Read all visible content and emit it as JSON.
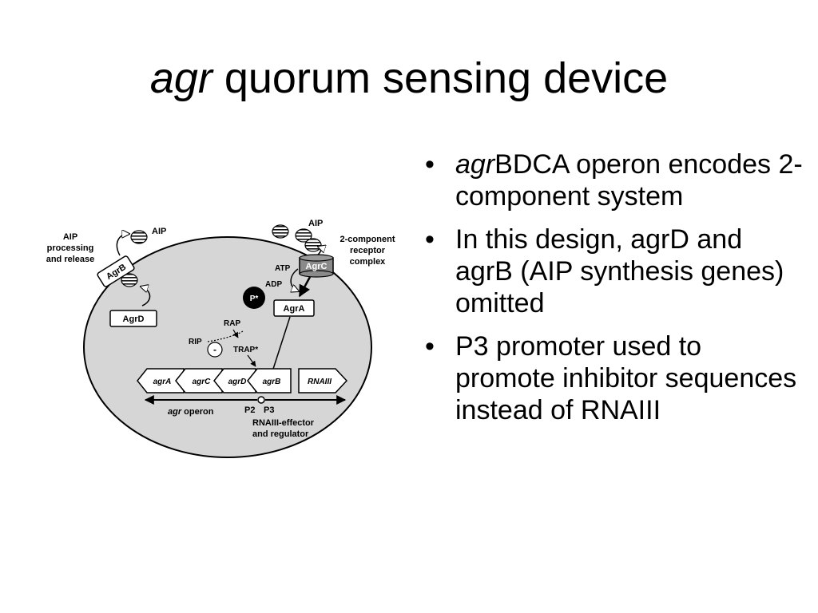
{
  "slide": {
    "title_italic": "agr",
    "title_rest": " quorum sensing device",
    "bullets": [
      {
        "italic": "agr",
        "text": "BDCA operon encodes 2-component system"
      },
      {
        "italic": "",
        "text": "In this design, agrD and agrB (AIP synthesis genes) omitted"
      },
      {
        "italic": "",
        "text": "P3 promoter used to promote inhibitor sequences instead of RNAIII"
      }
    ],
    "bullet_glyph": "•"
  },
  "diagram": {
    "labels": {
      "aip_processing_line1": "AIP",
      "aip_processing_line2": "processing",
      "aip_processing_line3": "and release",
      "aip_left": "AIP",
      "aip_right": "AIP",
      "two_component_line1": "2-component",
      "two_component_line2": "receptor",
      "two_component_line3": "complex",
      "atp": "ATP",
      "adp": "ADP",
      "p_star": "P*",
      "agrc_box": "AgrC",
      "agra_box": "AgrA",
      "agrb_box": "AgrB",
      "agrd_box": "AgrD",
      "rap": "RAP",
      "rip": "RIP",
      "minus": "-",
      "trap": "TRAP*",
      "gene_agrA": "agrA",
      "gene_agrC": "agrC",
      "gene_agrD": "agrD",
      "gene_agrB": "agrB",
      "gene_rnaiii": "RNAIII",
      "p2": "P2",
      "p3": "P3",
      "operon_italic": "agr",
      "operon_rest": " operon",
      "effector_line1": "RNAIII-effector",
      "effector_line2": "and regulator"
    },
    "colors": {
      "cell_fill": "#d6d6d6",
      "outline": "#000000",
      "agrc_fill": "#8a8a8a",
      "p_star_fill": "#000000",
      "box_fill": "#ffffff"
    }
  }
}
